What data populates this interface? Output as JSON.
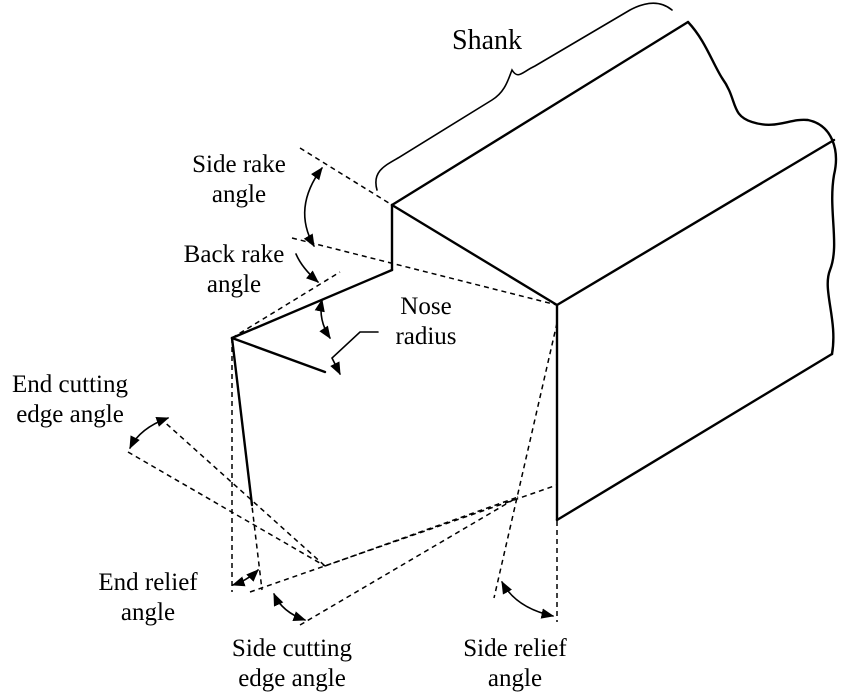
{
  "labels": {
    "shank": "Shank",
    "side_rake_angle": [
      "Side rake",
      "angle"
    ],
    "back_rake_angle": [
      "Back rake",
      "angle"
    ],
    "nose_radius": [
      "Nose",
      "radius"
    ],
    "end_cutting_edge_angle": [
      "End cutting",
      "edge angle"
    ],
    "end_relief_angle": [
      "End relief",
      "angle"
    ],
    "side_cutting_edge_angle": [
      "Side cutting",
      "edge angle"
    ],
    "side_relief_angle": [
      "Side relief",
      "angle"
    ]
  }
}
